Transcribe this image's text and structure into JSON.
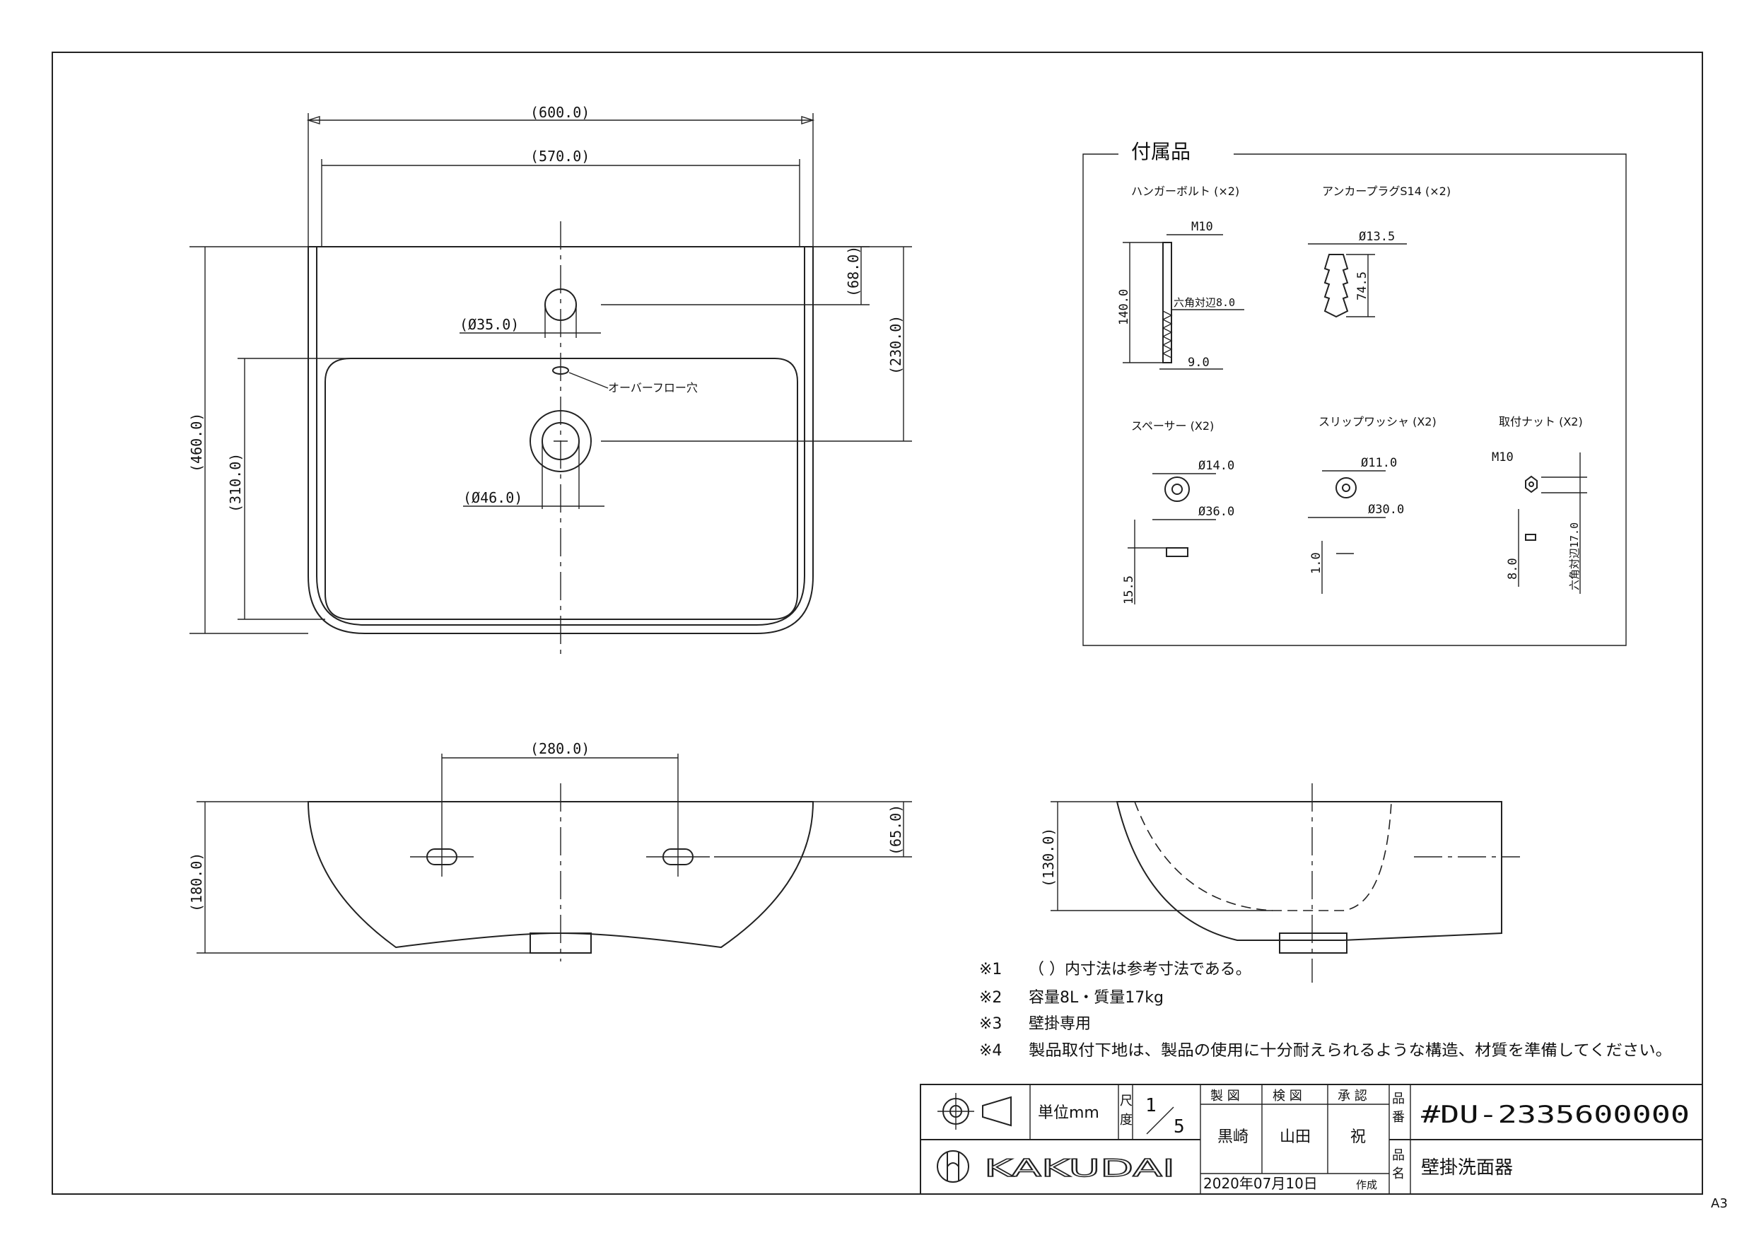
{
  "sheet_size": "A3",
  "dimensions": {
    "width_overall": "(600.0)",
    "width_rim": "(570.0)",
    "depth_overall": "(460.0)",
    "basin_depth": "(310.0)",
    "hole_offset_small": "(68.0)",
    "hole_offset_drain": "(230.0)",
    "faucet_hole_dia": "(Ø35.0)",
    "drain_hole_dia": "(Ø46.0)",
    "overflow_label": "オーバーフロー穴",
    "hanger_spacing": "(280.0)",
    "hanger_height": "(65.0)",
    "front_height": "(180.0)",
    "side_height": "(130.0)"
  },
  "accessories": {
    "title": "付属品",
    "hanger_bolt": {
      "name": "ハンガーボルト (×2)",
      "m10": "M10",
      "len": "140.0",
      "hex": "六角対辺8.0",
      "dia": "9.0"
    },
    "anchor_plug": {
      "name": "アンカープラグS14 (×2)",
      "dia": "Ø13.5",
      "len": "74.5"
    },
    "spacer": {
      "name": "スペーサー (X2)",
      "inner": "Ø14.0",
      "outer": "Ø36.0",
      "thick": "15.5"
    },
    "slip_washer": {
      "name": "スリップワッシャ (X2)",
      "inner": "Ø11.0",
      "outer": "Ø30.0",
      "thick": "1.0"
    },
    "nut": {
      "name": "取付ナット (X2)",
      "m10": "M10",
      "thick": "8.0",
      "hex": "六角対辺17.0"
    }
  },
  "notes": [
    {
      "mark": "※1",
      "text": "（ ）内寸法は参考寸法である。"
    },
    {
      "mark": "※2",
      "text": "容量8L・質量17kg"
    },
    {
      "mark": "※3",
      "text": "壁掛専用"
    },
    {
      "mark": "※4",
      "text": "製品取付下地は、製品の使用に十分耐えられるような構造、材質を準備してください。"
    }
  ],
  "title_block": {
    "unit": "単位mm",
    "scale_label_1": "尺",
    "scale_label_2": "度",
    "scale_num": "1",
    "scale_den": "5",
    "drawn_label": "製 図",
    "checked_label": "検 図",
    "approved_label": "承 認",
    "drawn_by": "黒崎",
    "checked_by": "山田",
    "approved_by": "祝",
    "part_no_label_1": "品",
    "part_no_label_2": "番",
    "part_no": "#DU-2335600000",
    "product_label_1": "品",
    "product_label_2": "名",
    "product_name": "壁掛洗面器",
    "brand": "KAKUDAI",
    "date": "2020年07月10日",
    "date_suffix": "作成"
  }
}
